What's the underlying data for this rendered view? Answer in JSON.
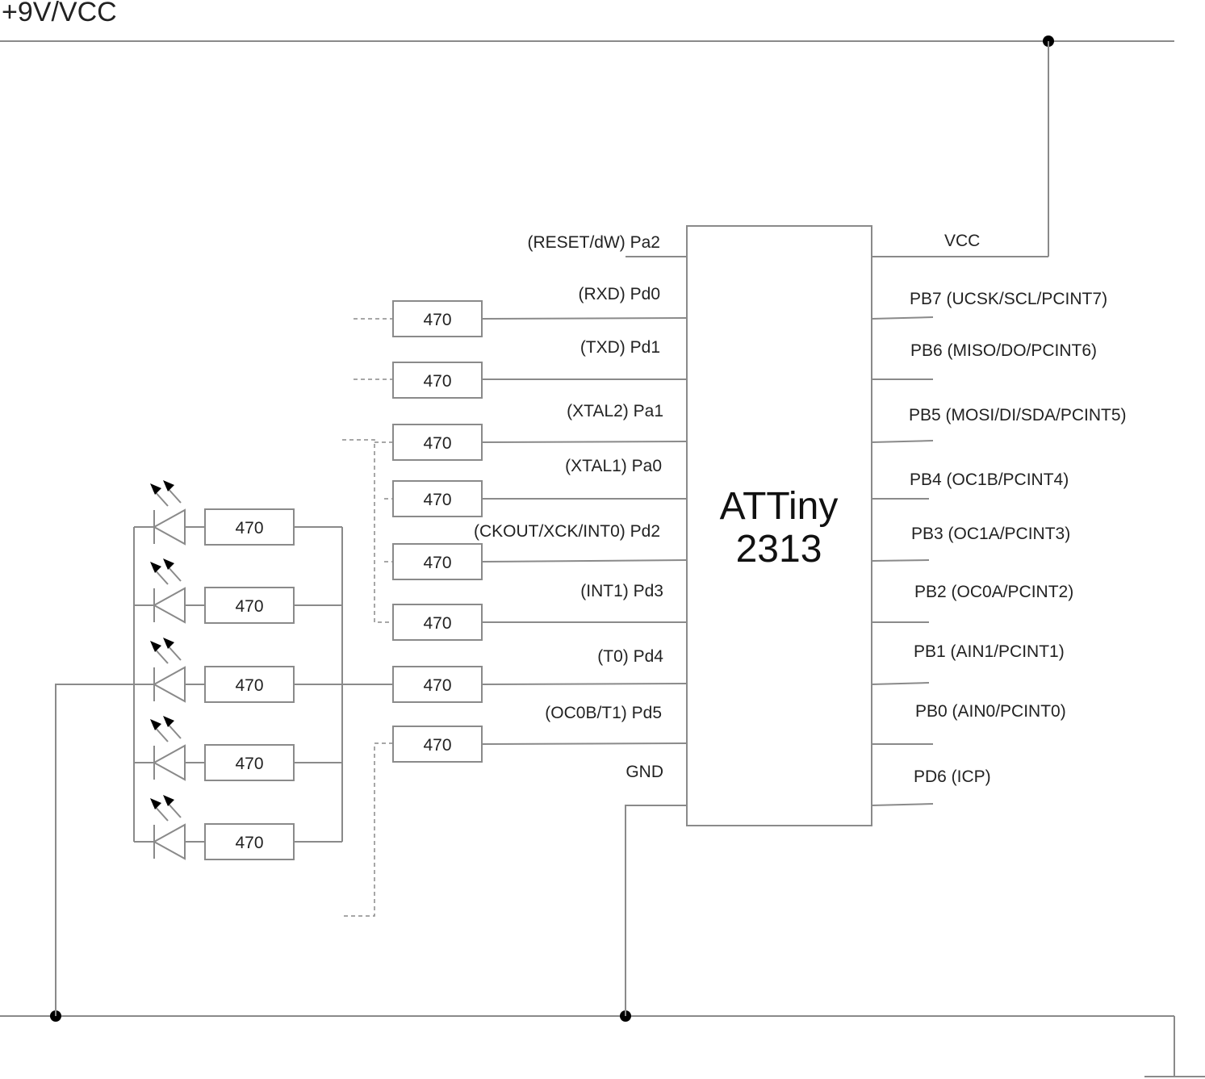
{
  "supply_label": "+9V/VCC",
  "chip": {
    "name_line1": "ATTiny",
    "name_line2": "2313"
  },
  "left_pins": [
    "(RESET/dW) Pa2",
    "(RXD) Pd0",
    "(TXD) Pd1",
    "(XTAL2) Pa1",
    "(XTAL1) Pa0",
    "(CKOUT/XCK/INT0) Pd2",
    "(INT1) Pd3",
    "(T0) Pd4",
    "(OC0B/T1) Pd5",
    "GND"
  ],
  "right_pins": [
    "VCC",
    "PB7 (UCSK/SCL/PCINT7)",
    "PB6 (MISO/DO/PCINT6)",
    "PB5 (MOSI/DI/SDA/PCINT5)",
    "PB4 (OC1B/PCINT4)",
    "PB3 (OC1A/PCINT3)",
    "PB2 (OC0A/PCINT2)",
    "PB1 (AIN1/PCINT1)",
    "PB0 (AIN0/PCINT0)",
    "PD6 (ICP)"
  ],
  "pin_resistors": [
    "470",
    "470",
    "470",
    "470",
    "470",
    "470",
    "470",
    "470"
  ],
  "led_resistors": [
    "470",
    "470",
    "470",
    "470",
    "470"
  ]
}
